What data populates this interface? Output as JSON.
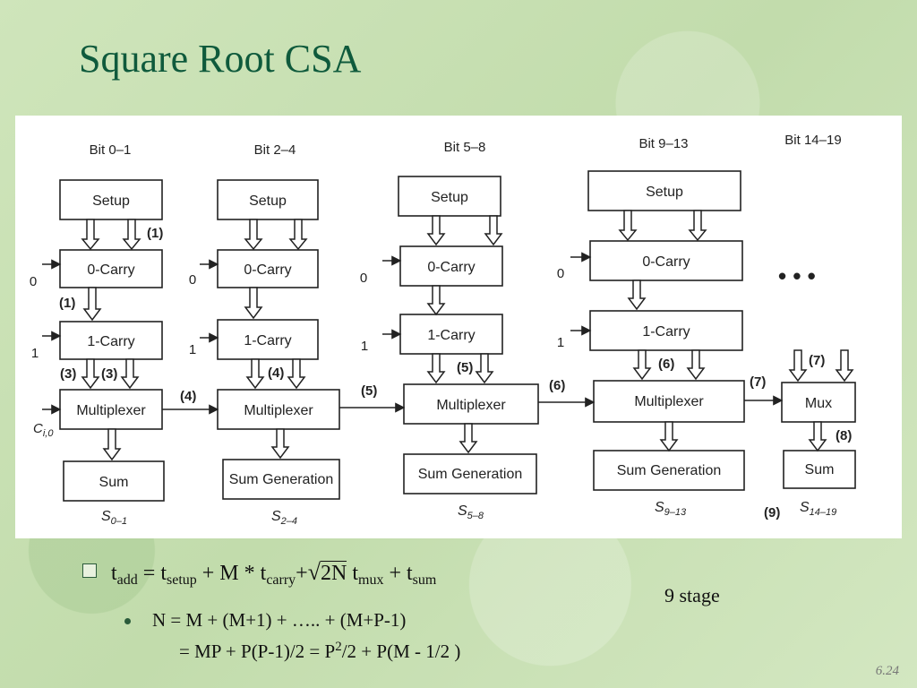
{
  "slide": {
    "title": "Square Root CSA",
    "page_number": "6.24"
  },
  "diagram": {
    "bit_labels": [
      "Bit 0–1",
      "Bit 2–4",
      "Bit 5–8",
      "Bit 9–13",
      "Bit 14–19"
    ],
    "setup": "Setup",
    "carry0": "0-Carry",
    "carry1": "1-Carry",
    "multiplexer": "Multiplexer",
    "mux": "Mux",
    "sum": "Sum",
    "sum_generation": "Sum Generation",
    "input_zero": "0",
    "input_one": "1",
    "carry_in_main": "C",
    "carry_in_sub": "i,0",
    "ellipsis": "• • •",
    "outputs": [
      {
        "main": "S",
        "sub": "0–1"
      },
      {
        "main": "S",
        "sub": "2–4"
      },
      {
        "main": "S",
        "sub": "5–8"
      },
      {
        "main": "S",
        "sub": "9–13"
      },
      {
        "main": "S",
        "sub": "14–19"
      }
    ],
    "steps": {
      "s1": "(1)",
      "s3": "(3)",
      "s4": "(4)",
      "s5": "(5)",
      "s6": "(6)",
      "s7": "(7)",
      "s8": "(8)",
      "s9": "(9)"
    }
  },
  "equations": {
    "t": "t",
    "add": "add",
    "eq": " = t",
    "setup": "setup",
    "plus_m": " + M * t",
    "carry": "carry",
    "plus": "+",
    "two_n": "2N",
    "mux_t": " t",
    "mux": "mux",
    "plus_t": " + t",
    "sum": "sum",
    "stage": "9 stage",
    "line2": "N = M + (M+1) + ….. + (M+P-1)",
    "line3_a": "= MP + P(P-1)/2 = P",
    "line3_sup": "2",
    "line3_b": "/2 + P(M - 1/2 )"
  }
}
